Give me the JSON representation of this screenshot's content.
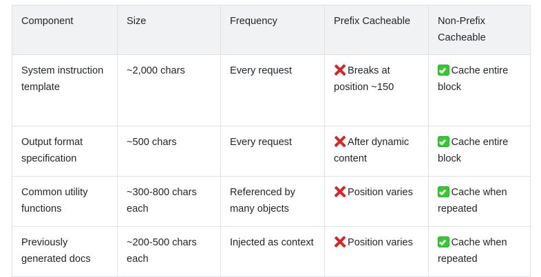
{
  "table": {
    "columns": [
      "Component",
      "Size",
      "Frequency",
      "Prefix Cacheable",
      "Non-Prefix Cacheable"
    ],
    "rows": [
      {
        "component": "System instruction template",
        "size": "~2,000 chars",
        "frequency": "Every request",
        "prefix_cacheable": {
          "icon": "cross-mark-icon",
          "text": "Breaks at position ~150"
        },
        "non_prefix_cacheable": {
          "icon": "white-check-mark-icon",
          "text": "Cache entire block"
        }
      },
      {
        "component": "Output format specification",
        "size": "~500 chars",
        "frequency": "Every request",
        "prefix_cacheable": {
          "icon": "cross-mark-icon",
          "text": "After dynamic content"
        },
        "non_prefix_cacheable": {
          "icon": "white-check-mark-icon",
          "text": "Cache entire block"
        }
      },
      {
        "component": "Common utility functions",
        "size": "~300-800 chars each",
        "frequency": "Referenced by many objects",
        "prefix_cacheable": {
          "icon": "cross-mark-icon",
          "text": "Position varies"
        },
        "non_prefix_cacheable": {
          "icon": "white-check-mark-icon",
          "text": "Cache when repeated"
        }
      },
      {
        "component": "Previously generated docs",
        "size": "~200-500 chars each",
        "frequency": "Injected as context",
        "prefix_cacheable": {
          "icon": "cross-mark-icon",
          "text": "Position varies"
        },
        "non_prefix_cacheable": {
          "icon": "white-check-mark-icon",
          "text": "Cache when repeated"
        }
      }
    ]
  },
  "colors": {
    "header_background": "#f1f2f3",
    "border": "#dfe2e5",
    "text": "#1f2328",
    "cross_mark": "#dd2222",
    "check_mark_box": "#2ecc2e"
  }
}
